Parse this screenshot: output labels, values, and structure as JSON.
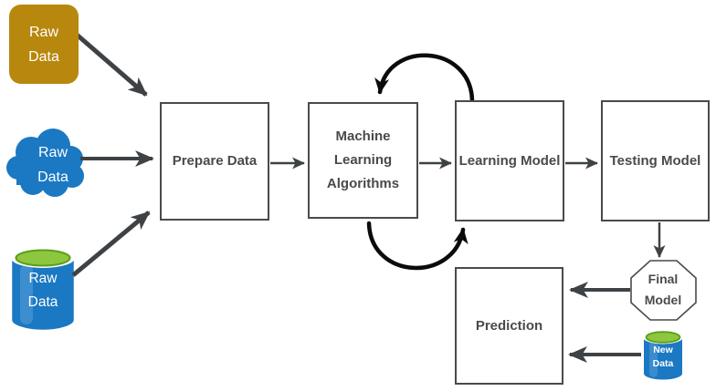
{
  "diagram": {
    "sources": {
      "raw_data_box": {
        "label": "Raw Data",
        "shape": "rounded-rectangle"
      },
      "raw_data_cloud": {
        "label": "Raw Data",
        "shape": "cloud"
      },
      "raw_data_database": {
        "label": "Raw Data",
        "shape": "database-cylinder"
      }
    },
    "nodes": {
      "prepare_data": {
        "label": "Prepare Data"
      },
      "ml_algorithms": {
        "label": "Machine Learning Algorithms"
      },
      "learning_model": {
        "label": "Learning Model"
      },
      "testing_model": {
        "label": "Testing Model"
      },
      "final_model": {
        "label": "Final Model",
        "shape": "octagon"
      },
      "prediction": {
        "label": "Prediction"
      },
      "new_data": {
        "label": "New Data",
        "shape": "database-cylinder"
      }
    },
    "edges": [
      {
        "from": "raw_data_box",
        "to": "prepare_data"
      },
      {
        "from": "raw_data_cloud",
        "to": "prepare_data"
      },
      {
        "from": "raw_data_database",
        "to": "prepare_data"
      },
      {
        "from": "prepare_data",
        "to": "ml_algorithms"
      },
      {
        "from": "ml_algorithms",
        "to": "learning_model"
      },
      {
        "from": "learning_model",
        "to": "ml_algorithms",
        "style": "loop-arc-top"
      },
      {
        "from": "ml_algorithms",
        "to": "learning_model",
        "style": "loop-arc-bottom"
      },
      {
        "from": "learning_model",
        "to": "testing_model"
      },
      {
        "from": "testing_model",
        "to": "final_model"
      },
      {
        "from": "final_model",
        "to": "prediction"
      },
      {
        "from": "new_data",
        "to": "prediction"
      }
    ],
    "colors": {
      "gold": "#B8870D",
      "blue": "#1B78C2",
      "blue_light": "#5AA0DA",
      "green": "#8DC63F",
      "green_dark": "#5C9E18",
      "arrow": "#3F4245",
      "loop": "#0B0B0B",
      "border": "#4A4A4A",
      "text": "#4A4A4A"
    }
  }
}
